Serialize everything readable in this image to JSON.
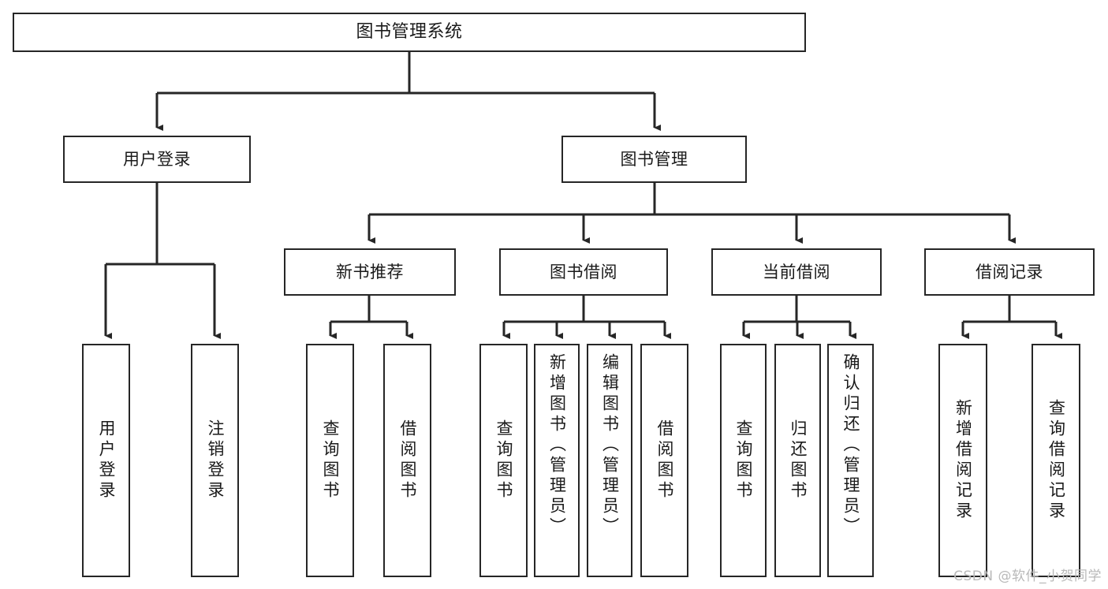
{
  "diagram": {
    "title": "图书管理系统",
    "type": "functional-structure-tree",
    "watermark": "CSDN @软件_小贺同学",
    "colors": {
      "background": "#ffffff",
      "node_border": "#262626",
      "node_fill": "#ffffff",
      "text": "#1a1a1a",
      "edge": "#262626",
      "watermark": "#b9b9b9"
    },
    "levels": {
      "root": [
        "图书管理系统"
      ],
      "level2": [
        "用户登录",
        "图书管理"
      ],
      "level3": [
        "新书推荐",
        "图书借阅",
        "当前借阅",
        "借阅记录"
      ],
      "level4": [
        "用户登录",
        "注销登录",
        "查询图书",
        "借阅图书",
        "查询图书",
        "新增图书（管理员）",
        "编辑图书（管理员）",
        "借阅图书",
        "查询图书",
        "归还图书",
        "确认归还（管理员）",
        "新增借阅记录",
        "查询借阅记录"
      ]
    },
    "nodes": {
      "root": {
        "label": "图书管理系统"
      },
      "user_login": {
        "label": "用户登录"
      },
      "book_manage": {
        "label": "图书管理"
      },
      "new_book_rec": {
        "label": "新书推荐"
      },
      "book_borrow": {
        "label": "图书借阅"
      },
      "current_borrow": {
        "label": "当前借阅"
      },
      "borrow_record": {
        "label": "借阅记录"
      },
      "leaf_user_login": {
        "label": "用户登录"
      },
      "leaf_logout": {
        "label": "注销登录"
      },
      "leaf_query_book_1": {
        "label": "查询图书"
      },
      "leaf_borrow_book_1": {
        "label": "借阅图书"
      },
      "leaf_query_book_2": {
        "label": "查询图书"
      },
      "leaf_add_book_admin": {
        "label": "新增图书（管理员）"
      },
      "leaf_edit_book_admin": {
        "label": "编辑图书（管理员）"
      },
      "leaf_borrow_book_2": {
        "label": "借阅图书"
      },
      "leaf_query_book_3": {
        "label": "查询图书"
      },
      "leaf_return_book": {
        "label": "归还图书"
      },
      "leaf_confirm_return_admin": {
        "label": "确认归还（管理员）"
      },
      "leaf_add_borrow_record": {
        "label": "新增借阅记录"
      },
      "leaf_query_borrow_record": {
        "label": "查询借阅记录"
      }
    },
    "edges": [
      {
        "from": "root",
        "to": "user_login"
      },
      {
        "from": "root",
        "to": "book_manage"
      },
      {
        "from": "user_login",
        "to": "leaf_user_login"
      },
      {
        "from": "user_login",
        "to": "leaf_logout"
      },
      {
        "from": "book_manage",
        "to": "new_book_rec"
      },
      {
        "from": "book_manage",
        "to": "book_borrow"
      },
      {
        "from": "book_manage",
        "to": "current_borrow"
      },
      {
        "from": "book_manage",
        "to": "borrow_record"
      },
      {
        "from": "new_book_rec",
        "to": "leaf_query_book_1"
      },
      {
        "from": "new_book_rec",
        "to": "leaf_borrow_book_1"
      },
      {
        "from": "book_borrow",
        "to": "leaf_query_book_2"
      },
      {
        "from": "book_borrow",
        "to": "leaf_add_book_admin"
      },
      {
        "from": "book_borrow",
        "to": "leaf_edit_book_admin"
      },
      {
        "from": "book_borrow",
        "to": "leaf_borrow_book_2"
      },
      {
        "from": "current_borrow",
        "to": "leaf_query_book_3"
      },
      {
        "from": "current_borrow",
        "to": "leaf_return_book"
      },
      {
        "from": "current_borrow",
        "to": "leaf_confirm_return_admin"
      },
      {
        "from": "borrow_record",
        "to": "leaf_add_borrow_record"
      },
      {
        "from": "borrow_record",
        "to": "leaf_query_borrow_record"
      }
    ]
  }
}
